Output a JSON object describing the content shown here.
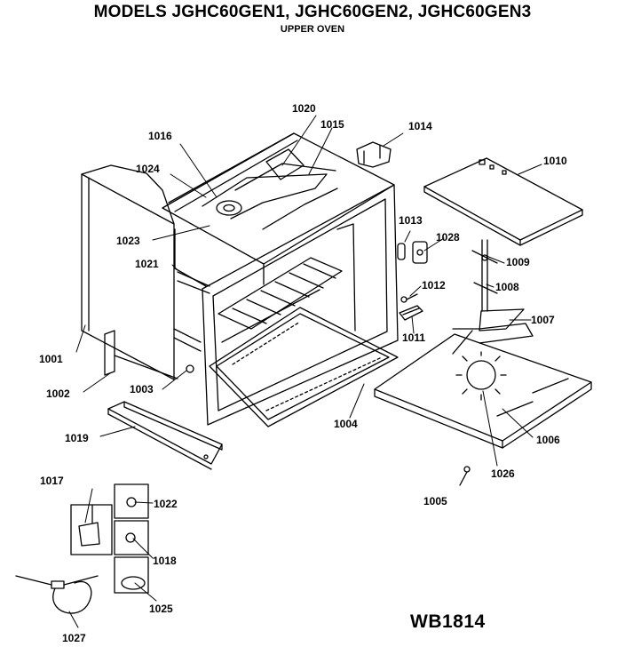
{
  "header": {
    "title": "MODELS JGHC60GEN1, JGHC60GEN2, JGHC60GEN3",
    "subtitle": "UPPER OVEN"
  },
  "diagram_code": "WB1814",
  "callouts": [
    {
      "id": "c1020",
      "label": "1020"
    },
    {
      "id": "c1015",
      "label": "1015"
    },
    {
      "id": "c1014",
      "label": "1014"
    },
    {
      "id": "c1016",
      "label": "1016"
    },
    {
      "id": "c1024",
      "label": "1024"
    },
    {
      "id": "c1010",
      "label": "1010"
    },
    {
      "id": "c1023",
      "label": "1023"
    },
    {
      "id": "c1013",
      "label": "1013"
    },
    {
      "id": "c1028",
      "label": "1028"
    },
    {
      "id": "c1009",
      "label": "1009"
    },
    {
      "id": "c1021",
      "label": "1021"
    },
    {
      "id": "c1012",
      "label": "1012"
    },
    {
      "id": "c1008",
      "label": "1008"
    },
    {
      "id": "c1007",
      "label": "1007"
    },
    {
      "id": "c1011",
      "label": "1011"
    },
    {
      "id": "c1001",
      "label": "1001"
    },
    {
      "id": "c1002",
      "label": "1002"
    },
    {
      "id": "c1003",
      "label": "1003"
    },
    {
      "id": "c1004",
      "label": "1004"
    },
    {
      "id": "c1006",
      "label": "1006"
    },
    {
      "id": "c1019",
      "label": "1019"
    },
    {
      "id": "c1026",
      "label": "1026"
    },
    {
      "id": "c1005",
      "label": "1005"
    },
    {
      "id": "c1017",
      "label": "1017"
    },
    {
      "id": "c1022",
      "label": "1022"
    },
    {
      "id": "c1018",
      "label": "1018"
    },
    {
      "id": "c1025",
      "label": "1025"
    },
    {
      "id": "c1027",
      "label": "1027"
    }
  ]
}
